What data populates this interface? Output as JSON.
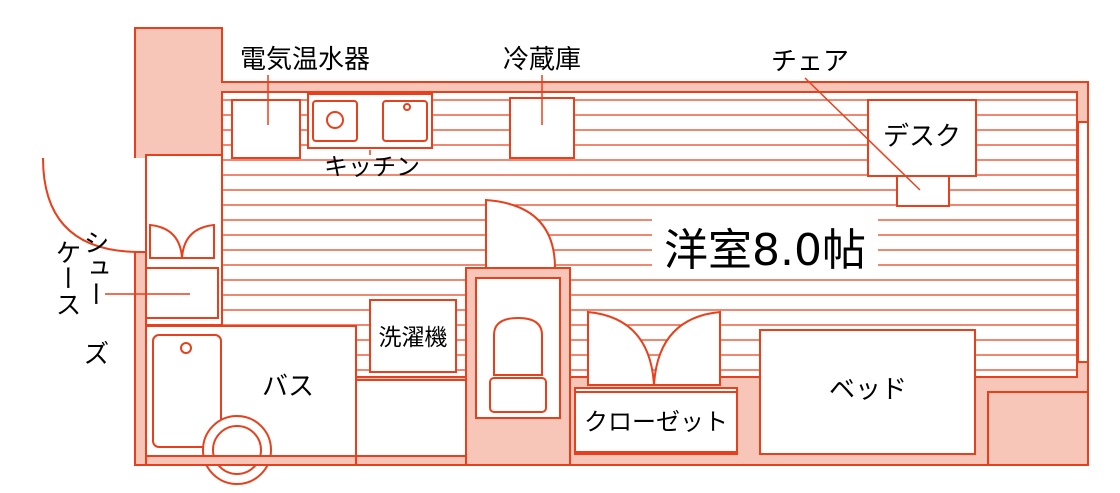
{
  "colors": {
    "line": "#e8401c",
    "wall_fill": "#f8c6b8",
    "floor_line": "#e8401c",
    "background": "#ffffff",
    "text": "#000000"
  },
  "labels": {
    "water_heater": "電気温水器",
    "refrigerator": "冷蔵庫",
    "chair": "チェア",
    "desk": "デスク",
    "kitchen": "キッチン",
    "western_room": "洋室8.0帖",
    "shoe_case_col1": "シュー",
    "shoe_case_col2": "ケース",
    "shoe_case_col3": "ズ",
    "washing_machine": "洗濯機",
    "bath": "バス",
    "closet": "クローゼット",
    "bed": "ベッド"
  }
}
